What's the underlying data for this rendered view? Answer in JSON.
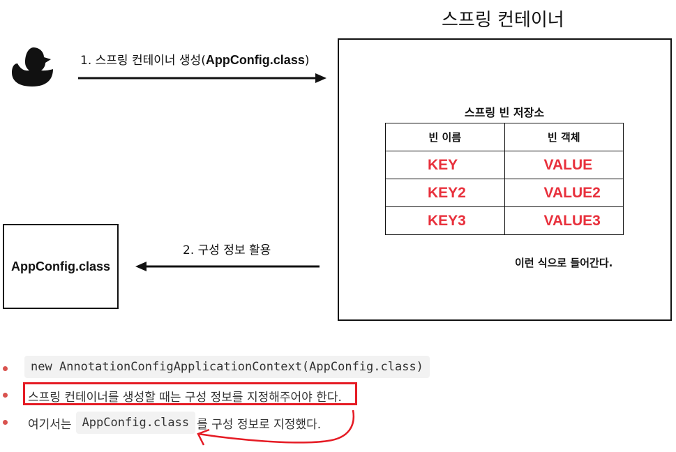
{
  "container": {
    "title": "스프링 컨테이너",
    "storage_title": "스프링 빈 저장소",
    "table": {
      "headers": [
        "빈 이름",
        "빈 객체"
      ],
      "rows": [
        {
          "key": "KEY",
          "value": "VALUE"
        },
        {
          "key": "KEY2",
          "value": "VALUE2"
        },
        {
          "key": "KEY3",
          "value": "VALUE3"
        }
      ]
    },
    "caption": "이런 식으로 들어간다."
  },
  "arrow1": {
    "label_prefix": "1. 스프링 컨테이너 생성(",
    "label_bold": "AppConfig.class",
    "label_suffix": ")"
  },
  "arrow2": {
    "label": "2. 구성 정보 활용"
  },
  "appconfig_box": {
    "label": "AppConfig.class"
  },
  "user_icon": "duck-icon",
  "colors": {
    "accent_red": "#e8303c",
    "highlight_box": "#e51b24",
    "bullet": "#d9534f"
  },
  "bullets": [
    {
      "code": "new AnnotationConfigApplicationContext(AppConfig.class)"
    },
    {
      "highlight": "스프링 컨테이너를 생성할 때는 구성 정보를 지정해주어야",
      "rest": " 한다."
    },
    {
      "prefix": "여기서는 ",
      "code": "AppConfig.class",
      "suffix": " 를 구성 정보로 지정했다."
    }
  ]
}
